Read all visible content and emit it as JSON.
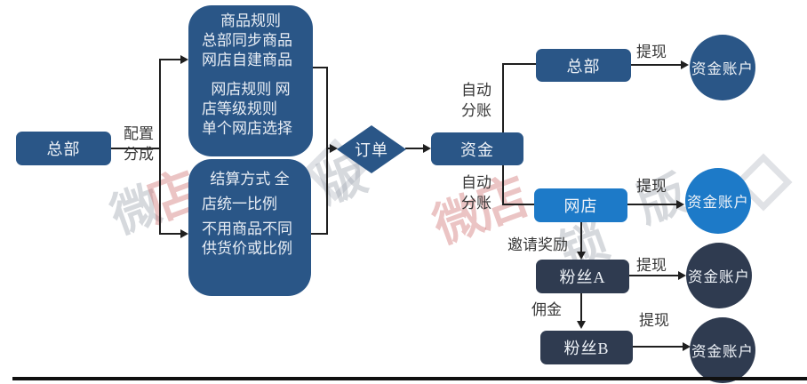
{
  "nodes": {
    "hq_left": "总部",
    "order": "订单",
    "funds": "资金",
    "hq_right": "总部",
    "shop": "网店",
    "fan_a": "粉丝A",
    "fan_b": "粉丝B",
    "account_1": "资金账户",
    "account_2": "资金账户",
    "account_3": "资金账户",
    "account_4": "资金账户"
  },
  "rules_product": {
    "lines": [
      "商品规则",
      "总部同步商品",
      "网店自建商品",
      "网店规则 网",
      "店等级规则",
      "单个网店选择"
    ]
  },
  "rules_settlement": {
    "lines": [
      "结算方式 全",
      "店统一比例",
      "不用商品不同",
      "供货价或比例"
    ]
  },
  "edge_labels": {
    "config_line1": "配置",
    "config_line2": "分成",
    "auto_line1": "自动",
    "auto_line2": "分账",
    "withdraw": "提现",
    "invite_reward": "邀请奖励",
    "commission": "佣金"
  },
  "watermarks": [
    "微",
    "店",
    "版",
    "微",
    "店",
    "锁",
    "版"
  ],
  "colors": {
    "dark_blue": "#2a5687",
    "bright_blue": "#1d7ac8",
    "dark_slate": "#2f3b50",
    "line": "#1f1f1f"
  }
}
